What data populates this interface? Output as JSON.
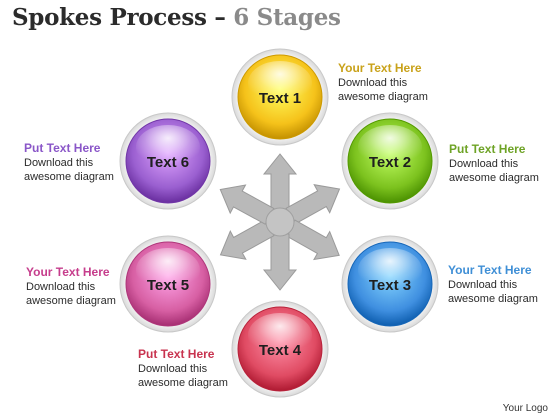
{
  "title_main": "Spokes Process – ",
  "title_accent": "6 Stages",
  "logo": "Your Logo",
  "stages": [
    {
      "label": "Text 1",
      "head": "Your Text Here",
      "body": "Download this awesome diagram",
      "color": "#f5c21a",
      "head_color": "#c9a21a"
    },
    {
      "label": "Text 2",
      "head": "Put Text Here",
      "body": "Download this awesome diagram",
      "color": "#7cc21e",
      "head_color": "#6ea326"
    },
    {
      "label": "Text 3",
      "head": "Your Text Here",
      "body": "Download this awesome diagram",
      "color": "#3f8fe0",
      "head_color": "#3f8fd6"
    },
    {
      "label": "Text 4",
      "head": "Put Text Here",
      "body": "Download this awesome diagram",
      "color": "#e04b63",
      "head_color": "#c8334f"
    },
    {
      "label": "Text 5",
      "head": "Your Text Here",
      "body": "Download this awesome diagram",
      "color": "#d75fa3",
      "head_color": "#c63d8c"
    },
    {
      "label": "Text 6",
      "head": "Put Text Here",
      "body": "Download this awesome diagram",
      "color": "#9a5fd0",
      "head_color": "#8a56c8"
    }
  ]
}
